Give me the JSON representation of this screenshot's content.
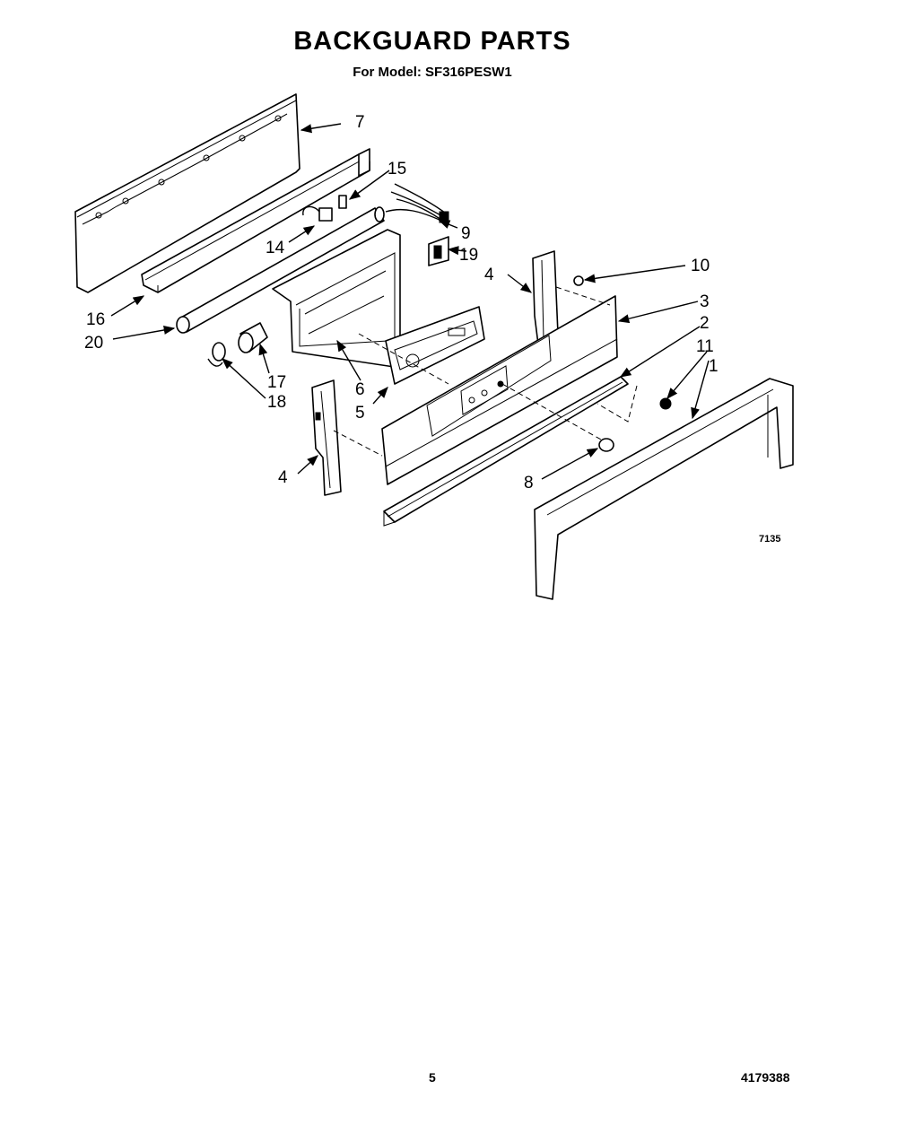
{
  "header": {
    "title": "BACKGUARD PARTS",
    "model_line": "For Model: SF316PESW1"
  },
  "diagram": {
    "figure_code": "7135",
    "callouts": [
      "1",
      "2",
      "3",
      "4",
      "4",
      "5",
      "6",
      "7",
      "8",
      "9",
      "10",
      "11",
      "14",
      "15",
      "16",
      "17",
      "18",
      "19",
      "20"
    ]
  },
  "footer": {
    "page_number": "5",
    "document_number": "4179388"
  }
}
